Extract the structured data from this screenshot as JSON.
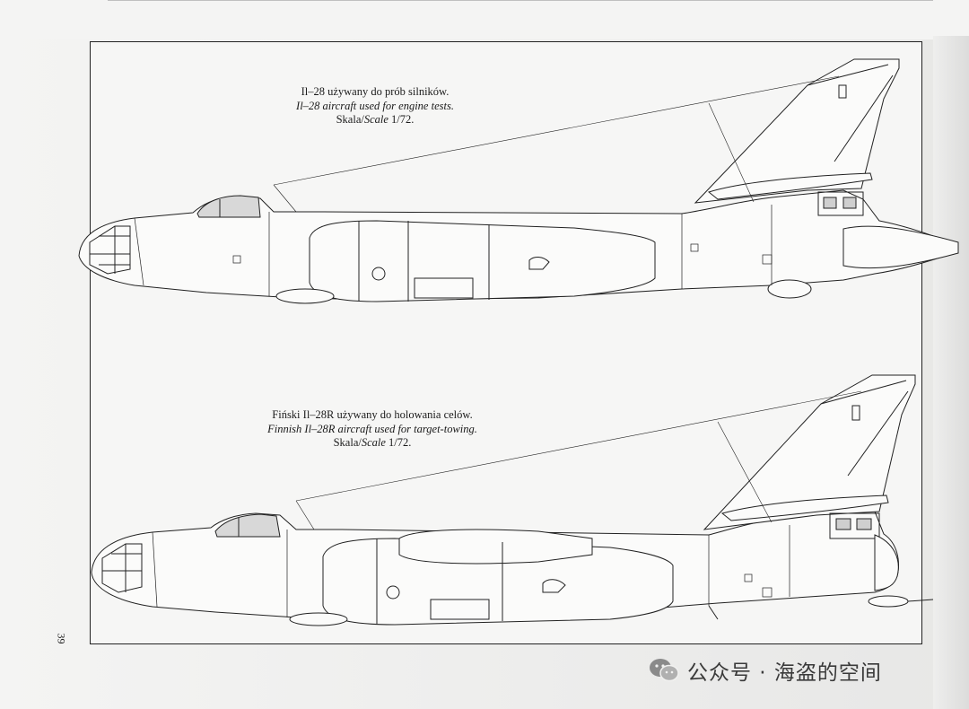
{
  "page": {
    "page_number": "39",
    "watermark_text": "公众号 · 海盗的空间",
    "watermark_icon": "wechat-logo-icon"
  },
  "drawing_1": {
    "caption_pl": "Il–28 używany do prób silników.",
    "caption_en": "Il–28 aircraft used for engine tests.",
    "scale_pl": "Skala/",
    "scale_en": "Scale",
    "scale_value": " 1/72."
  },
  "drawing_2": {
    "caption_pl": "Fiński Il–28R używany do holowania celów.",
    "caption_en": "Finnish Il–28R aircraft used for target-towing.",
    "scale_pl": "Skala/",
    "scale_en": "Scale",
    "scale_value": " 1/72."
  }
}
